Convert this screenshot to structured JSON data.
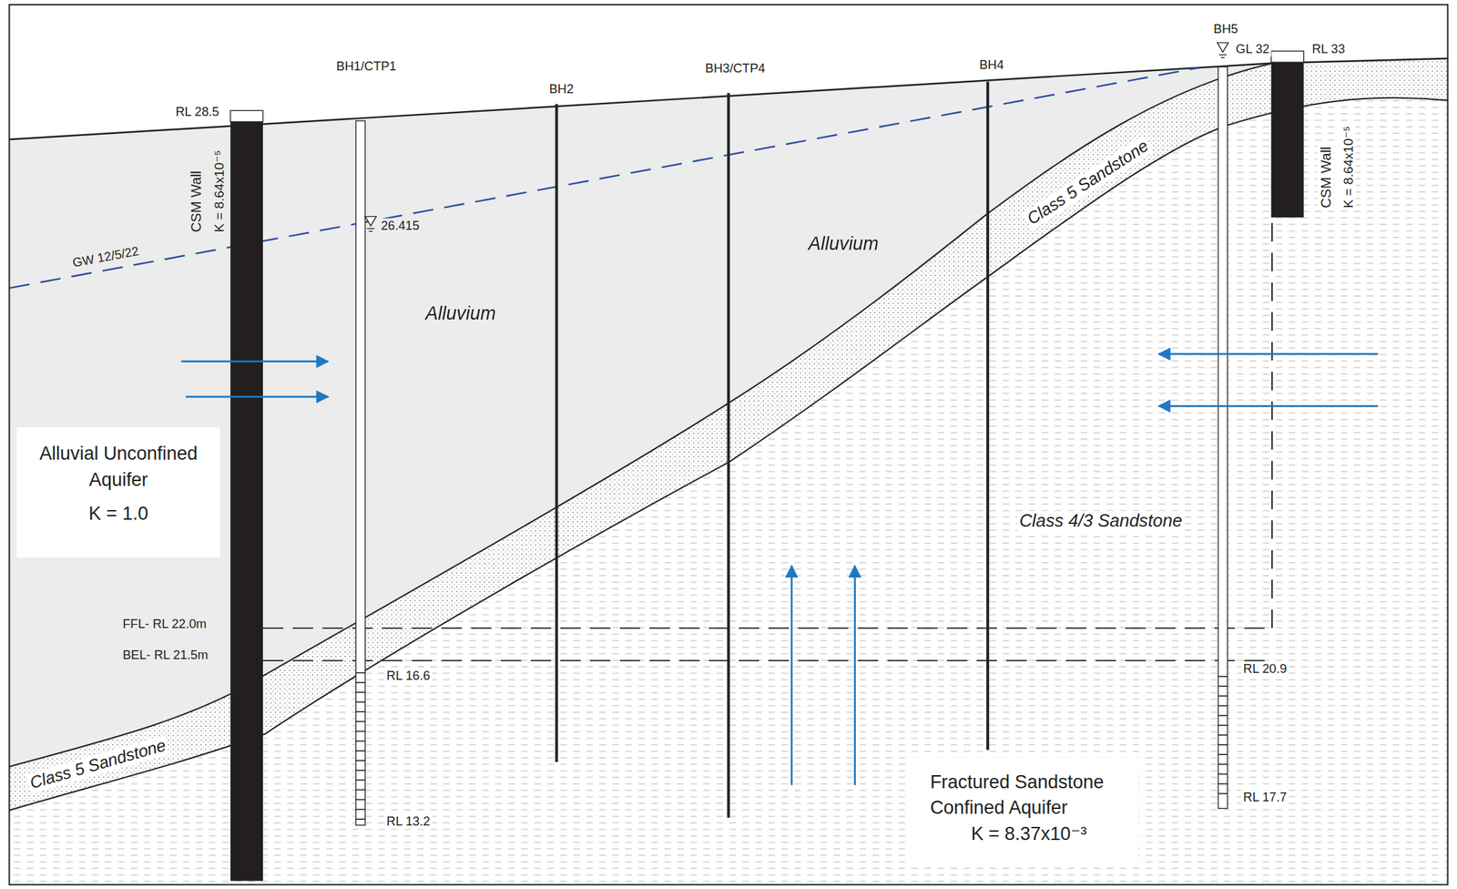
{
  "diagram": {
    "nodes": [
      {
        "text": [
          "Alluvial Unconfined Aquifer",
          "K = 1.0"
        ]
      },
      {
        "text": [
          "Fractured Sandstone Confined Aquifer",
          "K = 8.37x10⁻³"
        ]
      }
    ],
    "labels": [
      "BH1/CTP1",
      "BH2",
      "BH3/CTP4",
      "BH4",
      "BH5",
      "GL 32",
      "RL 33",
      "RL 28.5",
      "CSM Wall",
      "K = 8.64x10⁻⁵",
      "CSM Wall",
      "K = 8.64x10⁻⁵",
      "26.415",
      "GW 12/5/22",
      "Alluvium",
      "Alluvium",
      "Class 5 Sandstone",
      "Class 5 Sandstone",
      "Class 4/3 Sandstone",
      "FFL- RL 22.0m",
      "BEL- RL 21.5m",
      "RL 16.6",
      "RL 13.2",
      "RL 20.9",
      "RL 17.7"
    ]
  }
}
